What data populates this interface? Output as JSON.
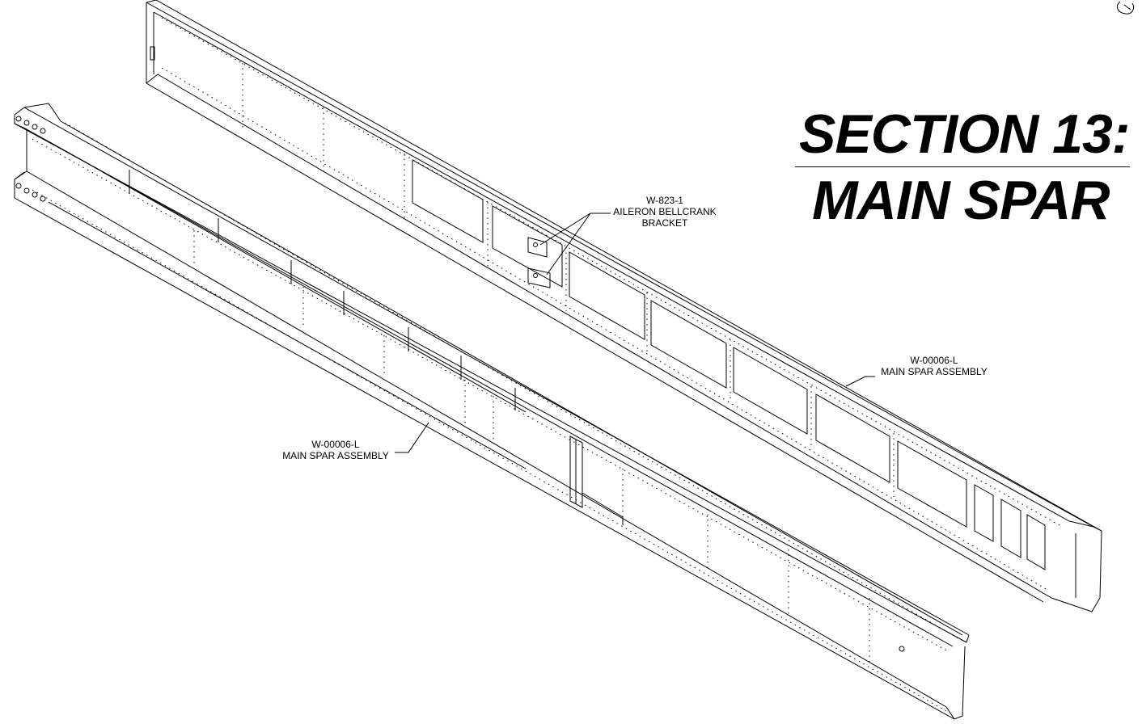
{
  "title": {
    "line1": "SECTION 13:",
    "line2": "MAIN SPAR"
  },
  "callouts": {
    "bellcrank": {
      "part_no": "W-823-1",
      "name_line1": "AILERON BELLCRANK",
      "name_line2": "BRACKET"
    },
    "spar_upper": {
      "part_no": "W-00006-L",
      "name": "MAIN SPAR ASSEMBLY"
    },
    "spar_lower": {
      "part_no": "W-00006-L",
      "name": "MAIN SPAR ASSEMBLY"
    }
  },
  "colors": {
    "ink": "#000000",
    "background": "#ffffff"
  },
  "icons": [
    "logo-icon"
  ]
}
